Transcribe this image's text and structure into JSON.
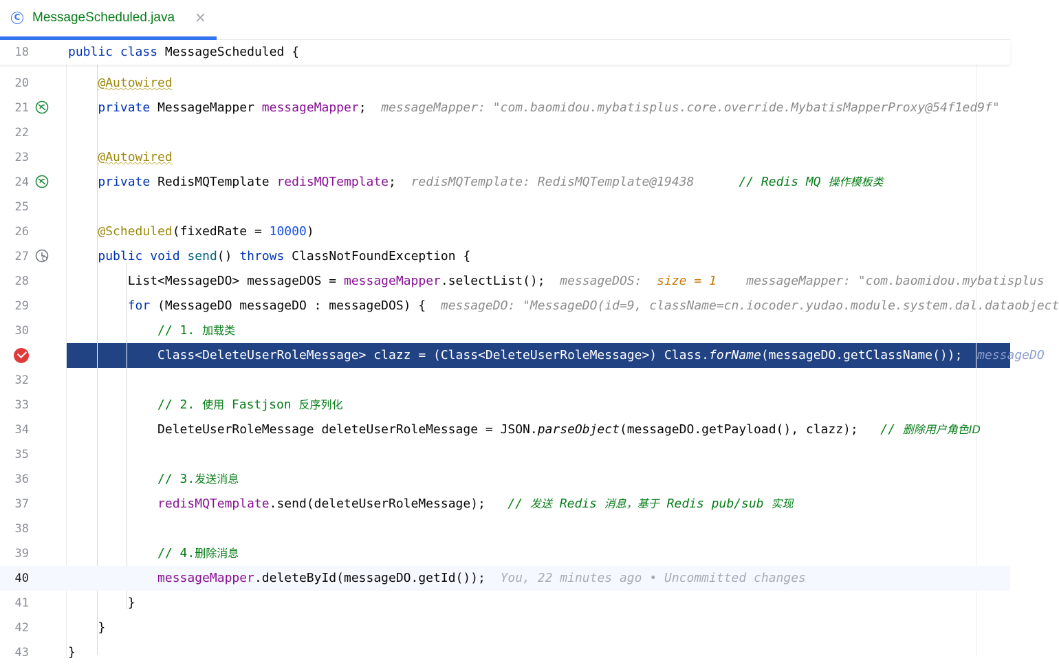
{
  "tab": {
    "icon": "class-icon",
    "icon_glyph": "C",
    "filename": "MessageScheduled.java",
    "close_glyph": "×"
  },
  "editor": {
    "sticky_line": {
      "number": "18",
      "tokens": [
        "public",
        "class",
        "MessageScheduled {"
      ]
    },
    "lines": [
      {
        "n": "20",
        "tokens": {
          "a": "@Autowired"
        }
      },
      {
        "n": "21",
        "tokens": {
          "kw": "private",
          "type": "MessageMapper",
          "field": "messageMapper",
          "semi": ";",
          "hint": "messageMapper: \"com.baomidou.mybatisplus.core.override.MybatisMapperProxy@54f1ed9f\""
        }
      },
      {
        "n": "22"
      },
      {
        "n": "23",
        "tokens": {
          "a": "@Autowired"
        }
      },
      {
        "n": "24",
        "tokens": {
          "kw": "private",
          "type": "RedisMQTemplate",
          "field": "redisMQTemplate",
          "semi": ";",
          "hint": "redisMQTemplate: RedisMQTemplate@19438",
          "comment_prefix": "// Redis MQ ",
          "comment_cjk": "操作模板类"
        }
      },
      {
        "n": "25"
      },
      {
        "n": "26",
        "tokens": {
          "a": "@Scheduled",
          "rest_open": "(fixedRate = ",
          "num": "10000",
          "rest_close": ")"
        }
      },
      {
        "n": "27",
        "tokens": {
          "kw1": "public",
          "kw2": "void",
          "fn": "send",
          "p1": "() ",
          "kw3": "throws",
          "rest": " ClassNotFoundException {"
        }
      },
      {
        "n": "28",
        "tokens": {
          "t1": "List<MessageDO> messageDOS = ",
          "field": "messageMapper",
          "t2": ".selectList();",
          "hint1": "messageDOS: ",
          "hint2": "size = 1",
          "hint3": "messageMapper: \"com.baomidou.mybatisplus"
        }
      },
      {
        "n": "29",
        "tokens": {
          "kw": "for",
          "t1": " (MessageDO messageDO : messageDOS) {",
          "hint": "messageDO: \"MessageDO(id=9, className=cn.iocoder.yudao.module.system.dal.dataobject"
        }
      },
      {
        "n": "30",
        "tokens": {
          "c1": "// 1. ",
          "cjk": "加载类"
        }
      },
      {
        "n": "31",
        "tokens": {
          "t1": "Class<DeleteUserRoleMessage> clazz = (Class<DeleteUserRoleMessage>) Class.",
          "it": "forName",
          "t2": "(messageDO.getClassName());",
          "hint": "messageDO"
        }
      },
      {
        "n": "32"
      },
      {
        "n": "33",
        "tokens": {
          "c1": "// 2. ",
          "cjk1": "使用",
          "c2": " Fastjson ",
          "cjk2": "反序列化"
        }
      },
      {
        "n": "34",
        "tokens": {
          "t1": "DeleteUserRoleMessage deleteUserRoleMessage = JSON.",
          "it": "parseObject",
          "t2": "(messageDO.getPayload(), clazz);",
          "c1": "// ",
          "cjk": "删除用户角色ID"
        }
      },
      {
        "n": "35"
      },
      {
        "n": "36",
        "tokens": {
          "c1": "// 3.",
          "cjk": "发送消息"
        }
      },
      {
        "n": "37",
        "tokens": {
          "field": "redisMQTemplate",
          "t1": ".send(deleteUserRoleMessage);",
          "c1": "// ",
          "cjk1": "发送",
          "c2": " Redis ",
          "cjk2": "消息，基于",
          "c3": " Redis pub/sub ",
          "cjk3": "实现"
        }
      },
      {
        "n": "38"
      },
      {
        "n": "39",
        "tokens": {
          "c1": "// 4.",
          "cjk": "删除消息"
        }
      },
      {
        "n": "40",
        "tokens": {
          "field": "messageMapper",
          "t1": ".deleteById(messageDO.getId());",
          "blame": "You, 22 minutes ago • Uncommitted changes"
        }
      },
      {
        "n": "41",
        "tokens": {
          "t1": "}"
        }
      },
      {
        "n": "42",
        "tokens": {
          "t1": "}"
        }
      },
      {
        "n": "43",
        "tokens": {
          "t1": "}"
        }
      }
    ],
    "gutter_icons": {
      "21": "spring-bean-icon",
      "24": "spring-bean-icon",
      "27": "scheduled-icon",
      "31": "breakpoint-icon"
    }
  },
  "colors": {
    "keyword": "#0033b3",
    "annotation": "#9e880d",
    "field": "#871094",
    "number": "#1750eb",
    "comment": "#067d17",
    "execution_line": "#214283",
    "breakpoint": "#e03a3a",
    "tab_accent": "#3574f0"
  }
}
